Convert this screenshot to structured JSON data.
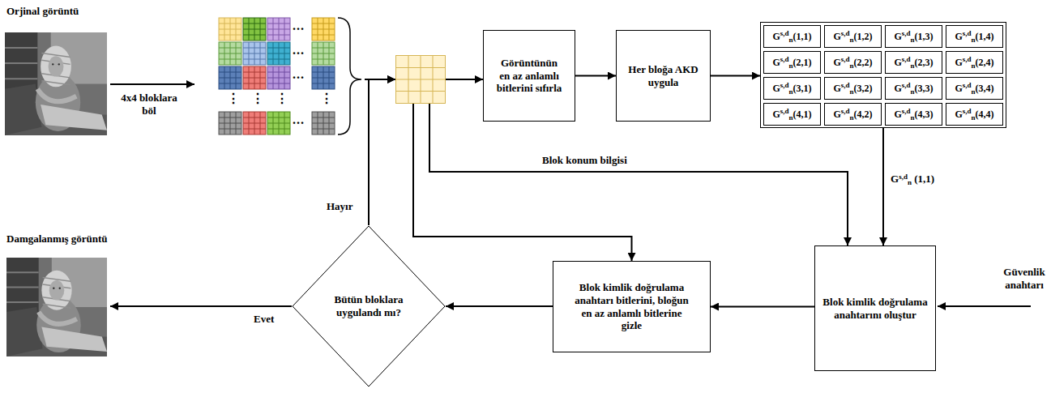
{
  "diagram": {
    "nodes": [
      {
        "text": [
          "Orjinal görüntü"
        ]
      },
      {
        "text": [
          "...",
          "...",
          "...",
          "...",
          "⋮",
          "⋮",
          "⋮",
          "⋮"
        ]
      },
      {
        "text": []
      },
      {
        "text": [
          "Görüntünün en az anlamlı bitlerini sıfırla"
        ]
      },
      {
        "text": [
          "Her bloğa AKD uygula"
        ]
      },
      {
        "text": []
      },
      {
        "text": [
          "Gs,dn(1,1)"
        ],
        "in": 5
      },
      {
        "text": [
          "Gs,dn(1,2)"
        ],
        "in": 5
      },
      {
        "text": [
          "Gs,dn(1,3)"
        ],
        "in": 5
      },
      {
        "text": [
          "Gs,dn(1,4)"
        ],
        "in": 5
      },
      {
        "text": [
          "Gs,dn(2,1)"
        ],
        "in": 5
      },
      {
        "text": [
          "Gs,dn(2,2)"
        ],
        "in": 5
      },
      {
        "text": [
          "Gs,dn(2,3)"
        ],
        "in": 5
      },
      {
        "text": [
          "Gs,dn(2,4)"
        ],
        "in": 5
      },
      {
        "text": [
          "Gs,dn(3,1)"
        ],
        "in": 5
      },
      {
        "text": [
          "Gs,dn(3,2)"
        ],
        "in": 5
      },
      {
        "text": [
          "Gs,dn(3,3)"
        ],
        "in": 5
      },
      {
        "text": [
          "Gs,dn(3,4)"
        ],
        "in": 5
      },
      {
        "text": [
          "Gs,dn(4,1)"
        ],
        "in": 5
      },
      {
        "text": [
          "Gs,dn(4,2)"
        ],
        "in": 5
      },
      {
        "text": [
          "Gs,dn(4,3)"
        ],
        "in": 5
      },
      {
        "text": [
          "Gs,dn(4,4)"
        ],
        "in": 5
      },
      {
        "text": [
          "Damgalanmış görüntü"
        ]
      },
      {
        "text": [
          "Bütün bloklara uygulandı mı?"
        ]
      },
      {
        "text": [
          "Blok kimlik doğrulama anahtarı bitlerini, bloğun en az anlamlı bitlerine gizle"
        ]
      },
      {
        "text": [
          "Blok kimlik doğrulama anahtarını oluştur"
        ]
      }
    ],
    "edges": [
      {
        "from": 0,
        "to": 1,
        "label": "4x4 bloklara böl",
        "arrow": "to"
      },
      {
        "from": 1,
        "to": 2,
        "arrow": "to"
      },
      {
        "from": 2,
        "to": 3,
        "arrow": "to"
      },
      {
        "from": 3,
        "to": 4,
        "arrow": "to"
      },
      {
        "from": 4,
        "to": 5,
        "arrow": "to"
      },
      {
        "from": 5,
        "to": 25,
        "label": "Gs,dn (1,1)",
        "arrow": "to"
      },
      {
        "from": 2,
        "to": 25,
        "label": "Blok konum bilgisi",
        "arrow": "to"
      },
      {
        "from": 2,
        "to": 24,
        "arrow": "to"
      },
      {
        "from": 25,
        "to": 24,
        "arrow": "to"
      },
      {
        "from": 24,
        "to": 23,
        "arrow": "to"
      },
      {
        "from": 23,
        "to": 22,
        "label": "Evet",
        "arrow": "to"
      },
      {
        "from": 23,
        "to": 2,
        "label": "Hayır",
        "arrow": "to"
      }
    ],
    "labels": [
      "Güvenlik anahtarı"
    ]
  }
}
